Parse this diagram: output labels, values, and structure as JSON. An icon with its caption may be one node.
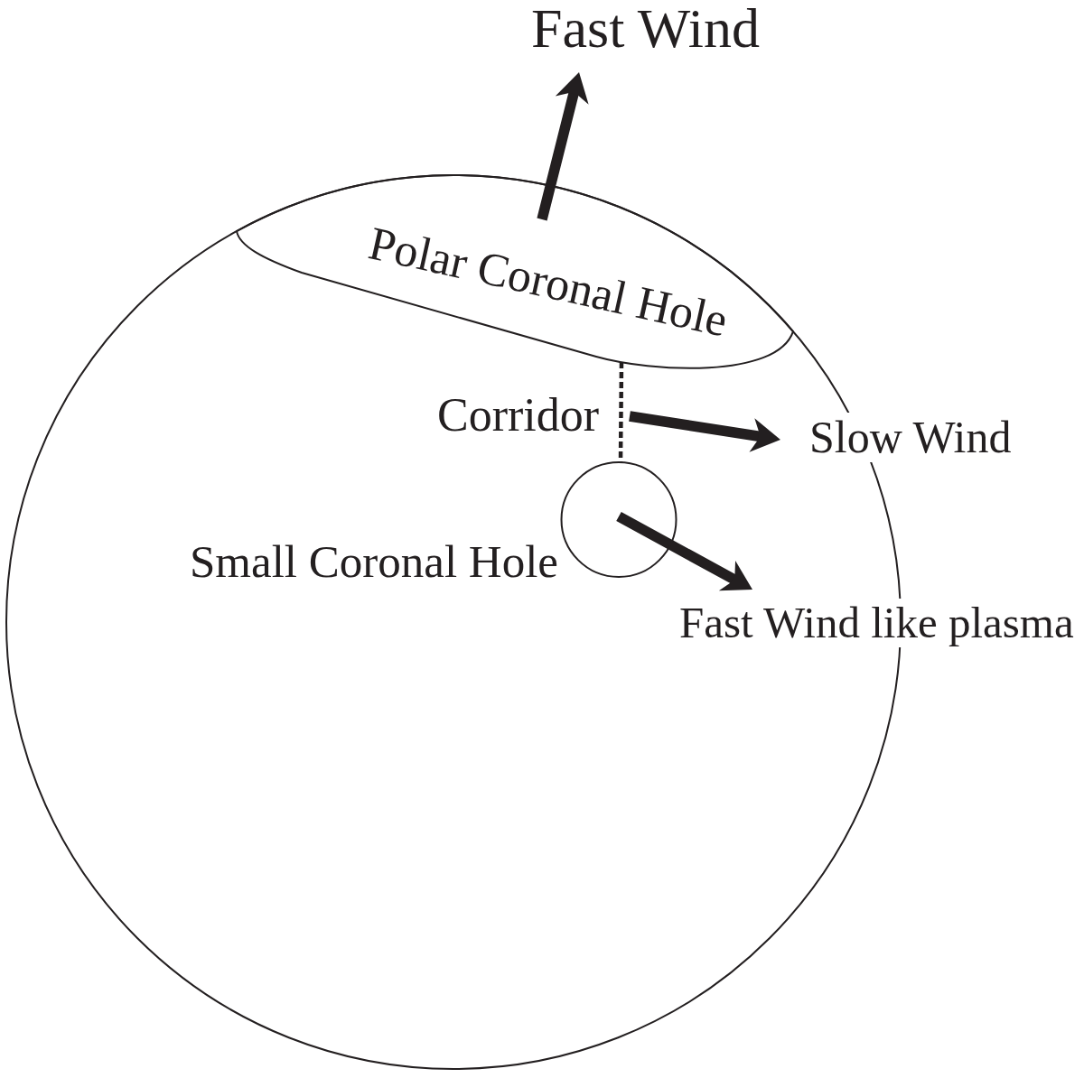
{
  "diagram": {
    "nodes": [
      {
        "text": [
          "Fast Wind"
        ]
      },
      {
        "text": [],
        "shape": "circle"
      },
      {
        "text": [
          "Polar Coronal Hole"
        ],
        "in": 1
      },
      {
        "text": [
          "Slow Wind"
        ]
      },
      {
        "text": [
          "Small Coronal Hole"
        ],
        "in": 1
      },
      {
        "text": [
          "Fast Wind like plasma"
        ]
      }
    ],
    "edges": [
      {
        "from": 2,
        "to": 0,
        "arrow": "to"
      },
      {
        "from": 2,
        "to": 4,
        "arrow": "none",
        "style": "dashed",
        "label": "Corridor"
      },
      {
        "from": null,
        "to": 3,
        "arrow": "to"
      },
      {
        "from": 4,
        "to": 5,
        "arrow": "to"
      }
    ]
  }
}
